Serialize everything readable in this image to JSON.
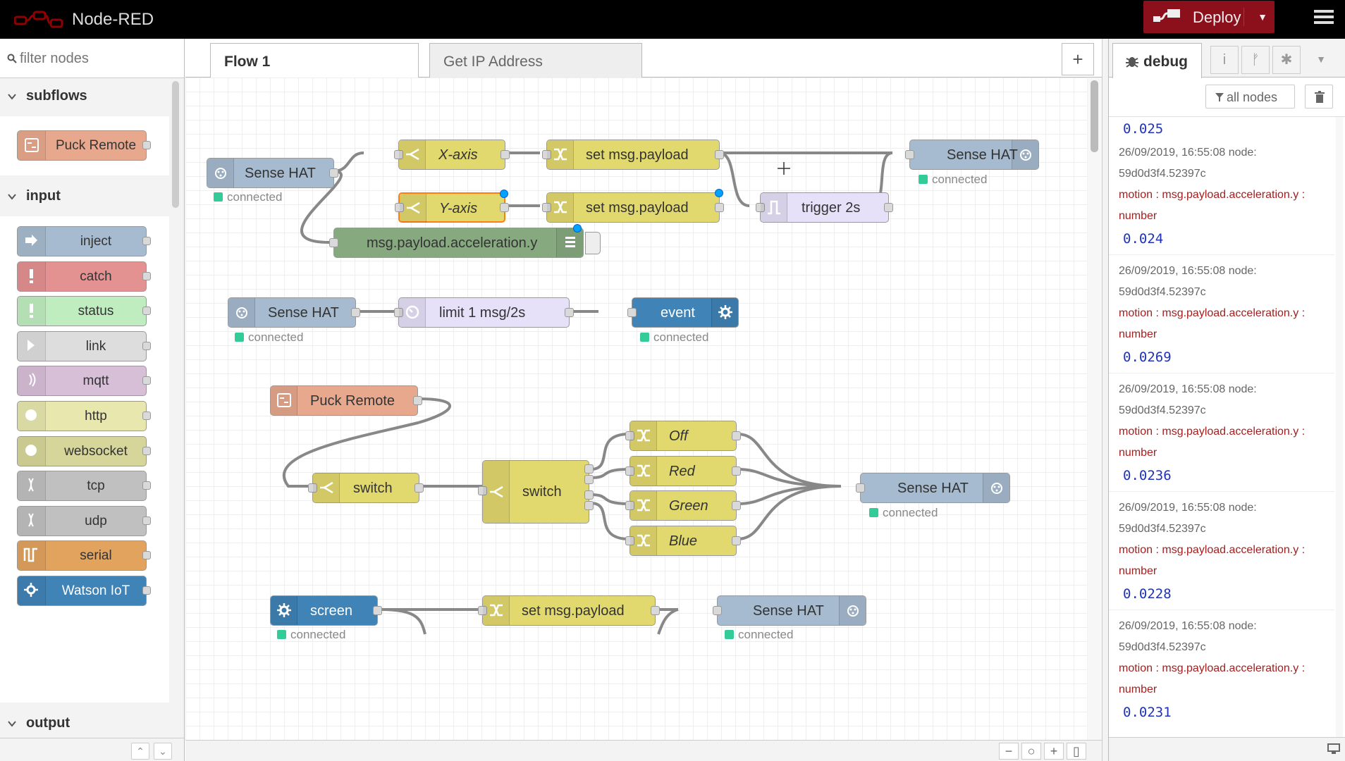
{
  "header": {
    "app_name": "Node-RED",
    "deploy_label": "Deploy",
    "deploy_color": "#8c101c",
    "menu_icon": "hamburger-icon"
  },
  "palette": {
    "search_placeholder": "filter nodes",
    "categories": {
      "subflows": {
        "title": "subflows",
        "nodes": [
          {
            "label": "Puck Remote",
            "color": "#e7a88d",
            "icon": "subflow-icon"
          }
        ]
      },
      "input": {
        "title": "input",
        "nodes": [
          {
            "label": "inject",
            "color": "#a6bbcf",
            "icon": "inject-arrow-icon"
          },
          {
            "label": "catch",
            "color": "#e49191",
            "icon": "exclamation-icon"
          },
          {
            "label": "status",
            "color": "#c0edc0",
            "icon": "exclamation-icon"
          },
          {
            "label": "link",
            "color": "#dddddd",
            "icon": "link-arrow-icon"
          },
          {
            "label": "mqtt",
            "color": "#d8bfd8",
            "icon": "wifi-waves-icon"
          },
          {
            "label": "http",
            "color": "#e7e7ae",
            "icon": "globe-icon"
          },
          {
            "label": "websocket",
            "color": "#d6d69a",
            "icon": "globe-icon"
          },
          {
            "label": "tcp",
            "color": "#c0c0c0",
            "icon": "bridge-icon"
          },
          {
            "label": "udp",
            "color": "#c0c0c0",
            "icon": "bridge-icon"
          },
          {
            "label": "serial",
            "color": "#e2a35f",
            "icon": "serial-wave-icon"
          },
          {
            "label": "Watson IoT",
            "color": "#4083b6",
            "icon": "gear-cog-icon"
          }
        ]
      },
      "output": {
        "title": "output"
      }
    }
  },
  "workspace": {
    "tabs": [
      "Flow 1",
      "Get IP Address"
    ],
    "add_tab_icon": "plus-icon",
    "nodes": {
      "sensehat_in_1": {
        "label": "Sense HAT",
        "status": "connected"
      },
      "xaxis": {
        "label": "X-axis"
      },
      "yaxis": {
        "label": "Y-axis"
      },
      "setpayload_1": {
        "label": "set msg.payload"
      },
      "setpayload_2": {
        "label": "set msg.payload"
      },
      "sensehat_out_1": {
        "label": "Sense HAT",
        "status": "connected"
      },
      "trigger": {
        "label": "trigger 2s"
      },
      "debug_node": {
        "label": "msg.payload.acceleration.y"
      },
      "sensehat_in_2": {
        "label": "Sense HAT",
        "status": "connected"
      },
      "limit": {
        "label": "limit 1 msg/2s"
      },
      "event": {
        "label": "event",
        "status": "connected"
      },
      "puck": {
        "label": "Puck Remote"
      },
      "switch_1": {
        "label": "switch"
      },
      "switch_2": {
        "label": "switch"
      },
      "off": {
        "label": "Off"
      },
      "red": {
        "label": "Red"
      },
      "green": {
        "label": "Green"
      },
      "blue": {
        "label": "Blue"
      },
      "sensehat_out_2": {
        "label": "Sense HAT",
        "status": "connected"
      },
      "screen": {
        "label": "screen",
        "status": "connected"
      },
      "setpayload_3": {
        "label": "set msg.payload"
      },
      "sensehat_out_3": {
        "label": "Sense HAT",
        "status": "connected"
      }
    }
  },
  "sidebar": {
    "active_tab": "debug",
    "filter_label": "all nodes",
    "first_value": "0.025",
    "messages": [
      {
        "meta": "26/09/2019, 16:55:08   node: 59d0d3f4.52397c",
        "topic": "motion : msg.payload.acceleration.y : number",
        "value": "0.024"
      },
      {
        "meta": "26/09/2019, 16:55:08   node: 59d0d3f4.52397c",
        "topic": "motion : msg.payload.acceleration.y : number",
        "value": "0.0269"
      },
      {
        "meta": "26/09/2019, 16:55:08   node: 59d0d3f4.52397c",
        "topic": "motion : msg.payload.acceleration.y : number",
        "value": "0.0236"
      },
      {
        "meta": "26/09/2019, 16:55:08   node: 59d0d3f4.52397c",
        "topic": "motion : msg.payload.acceleration.y : number",
        "value": "0.0228"
      },
      {
        "meta": "26/09/2019, 16:55:08   node: 59d0d3f4.52397c",
        "topic": "motion : msg.payload.acceleration.y : number",
        "value": "0.0231"
      }
    ]
  }
}
